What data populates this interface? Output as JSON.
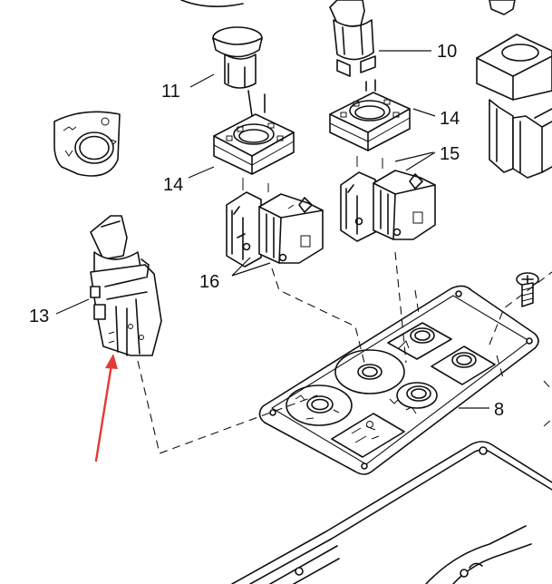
{
  "diagram": {
    "callouts": [
      {
        "id": "c8",
        "text": "8"
      },
      {
        "id": "c10",
        "text": "10"
      },
      {
        "id": "c11",
        "text": "11"
      },
      {
        "id": "c13",
        "text": "13"
      },
      {
        "id": "c14a",
        "text": "14"
      },
      {
        "id": "c14b",
        "text": "14"
      },
      {
        "id": "c15",
        "text": "15"
      },
      {
        "id": "c16",
        "text": "16"
      }
    ],
    "highlight_arrow_color": "#e53935",
    "line_color": "#111111"
  }
}
